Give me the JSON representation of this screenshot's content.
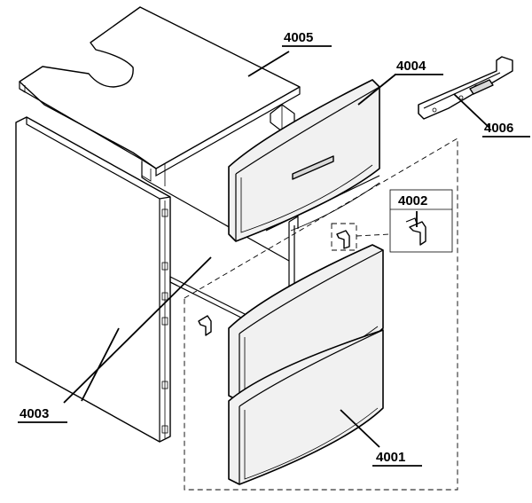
{
  "diagram": {
    "callouts": {
      "c4001": "4001",
      "c4002": "4002",
      "c4003": "4003",
      "c4004": "4004",
      "c4005": "4005",
      "c4006": "4006"
    }
  }
}
